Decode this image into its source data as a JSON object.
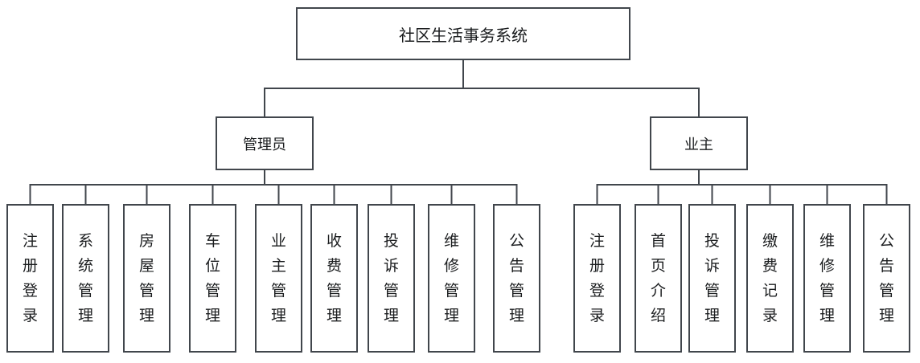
{
  "diagram": {
    "root": {
      "label": "社区生活事务系统"
    },
    "branches": [
      {
        "label": "管理员",
        "children": [
          "注册登录",
          "系统管理",
          "房屋管理",
          "车位管理",
          "业主管理",
          "收费管理",
          "投诉管理",
          "维修管理",
          "公告管理"
        ]
      },
      {
        "label": "业主",
        "children": [
          "注册登录",
          "首页介绍",
          "投诉管理",
          "缴费记录",
          "维修管理",
          "公告管理"
        ]
      }
    ],
    "colors": {
      "border": "#41464c",
      "line": "#41464c",
      "text": "#1b1d1f",
      "background": "#ffffff"
    }
  }
}
